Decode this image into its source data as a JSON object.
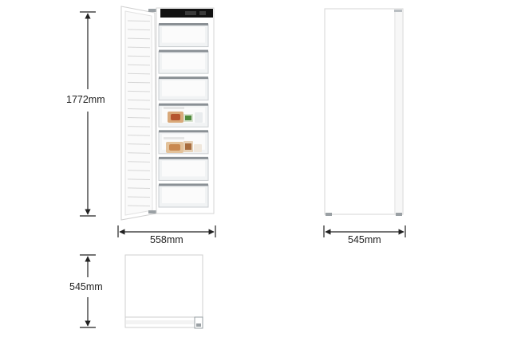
{
  "dimensions": {
    "height": "1772mm",
    "width_open": "558mm",
    "width_closed": "545mm",
    "depth": "545mm"
  },
  "colors": {
    "line": "#222222",
    "body": "#ffffff",
    "edge": "#d4d4d4",
    "drawer": "#f1f3f4",
    "drawer_rim": "#8a9095",
    "display": "#111111"
  },
  "appliance": {
    "drawer_count": 7,
    "door_shelf_count": 22
  }
}
